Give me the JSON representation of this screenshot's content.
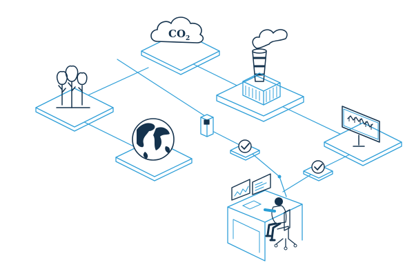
{
  "cloud": {
    "label": "CO",
    "subscript": "2"
  },
  "colors": {
    "line": "#2f9fd8",
    "ink": "#14324d",
    "accent": "#2a9fd6",
    "background": "#ffffff"
  },
  "nodes": [
    {
      "name": "co2-cloud-platform",
      "icon": "cloud-icon"
    },
    {
      "name": "trees-platform",
      "icon": "trees-icon"
    },
    {
      "name": "globe-platform",
      "icon": "globe-icon"
    },
    {
      "name": "factory-platform",
      "icon": "factory-icon"
    },
    {
      "name": "monitor-platform",
      "icon": "monitor-chart-icon"
    },
    {
      "name": "hub-sensor",
      "icon": "sensor-icon"
    },
    {
      "name": "checkpoint-left",
      "icon": "check-badge-icon"
    },
    {
      "name": "checkpoint-right",
      "icon": "check-badge-icon"
    },
    {
      "name": "operator-desk",
      "icon": "workstation-icon"
    }
  ]
}
